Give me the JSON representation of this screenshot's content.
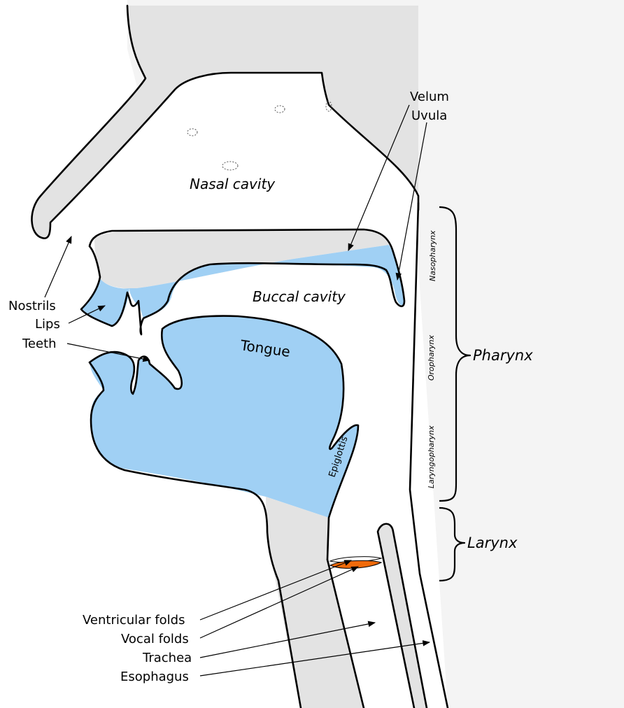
{
  "labels": {
    "nasal_cavity": "Nasal cavity",
    "buccal_cavity": "Buccal cavity",
    "tongue": "Tongue",
    "epiglottis": "Epiglottis",
    "velum": "Velum",
    "uvula": "Uvula",
    "nostrils": "Nostrils",
    "lips": "Lips",
    "teeth": "Teeth",
    "ventricular_folds": "Ventricular folds",
    "vocal_folds": "Vocal folds",
    "trachea": "Trachea",
    "esophagus": "Esophagus",
    "nasopharynx": "Nasopharynx",
    "oropharynx": "Oropharynx",
    "laryngopharynx": "Laryngopharynx",
    "pharynx": "Pharynx",
    "larynx": "Larynx"
  },
  "colors": {
    "tissue_gray": "#e3e3e3",
    "soft_tissue_blue": "#a0d0f4",
    "background_gray": "#f4f4f4",
    "vocal_fold_orange": "#f06a0a",
    "outline": "#000000"
  }
}
